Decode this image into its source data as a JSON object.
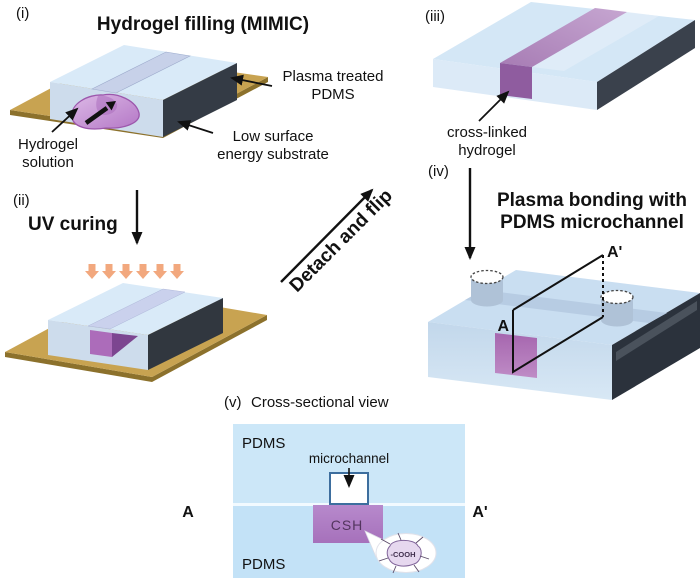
{
  "figure_title": "Hydrogel patterning process schematic",
  "palette": {
    "substrate_tan": "#C8A351",
    "substrate_edge": "#8C712C",
    "pdms_top_blue": "#D9EAF8",
    "pdms_front_blue": "#CDDCEC",
    "dark_pdms_face": "#343B45",
    "hydrogel_purple": "#AC6CBA",
    "hydrogel_dark_purple": "#7C4590",
    "uv_arrow_orange": "#F2A87E",
    "cross_section_bg": "#CCE7F8",
    "csh_fill": "#B07CC5",
    "microchannel_border": "#3D6E9E",
    "text_color": "#111111"
  },
  "panel_i": {
    "label": "(i)",
    "title": "Hydrogel filling (MIMIC)",
    "ann_plasma": [
      "Plasma treated",
      "PDMS"
    ],
    "ann_hydrogel": [
      "Hydrogel",
      "solution"
    ],
    "ann_substrate": [
      "Low surface",
      "energy substrate"
    ]
  },
  "panel_ii": {
    "label": "(ii)",
    "title": "UV curing"
  },
  "transition": {
    "label": "Detach and flip"
  },
  "panel_iii": {
    "label": "(iii)",
    "ann_crosslinked": [
      "cross-linked",
      "hydrogel"
    ]
  },
  "panel_iv": {
    "label": "(iv)",
    "title": [
      "Plasma bonding with",
      "PDMS microchannel"
    ],
    "section_start": "A",
    "section_end": "A'"
  },
  "panel_v": {
    "label": "(v)",
    "title": "Cross-sectional view",
    "pdms_top": "PDMS",
    "pdms_bottom": "PDMS",
    "microchannel_label": "microchannel",
    "csh_label": "CSH",
    "section_start": "A",
    "section_end": "A'",
    "bubble_label": "-COOH"
  }
}
